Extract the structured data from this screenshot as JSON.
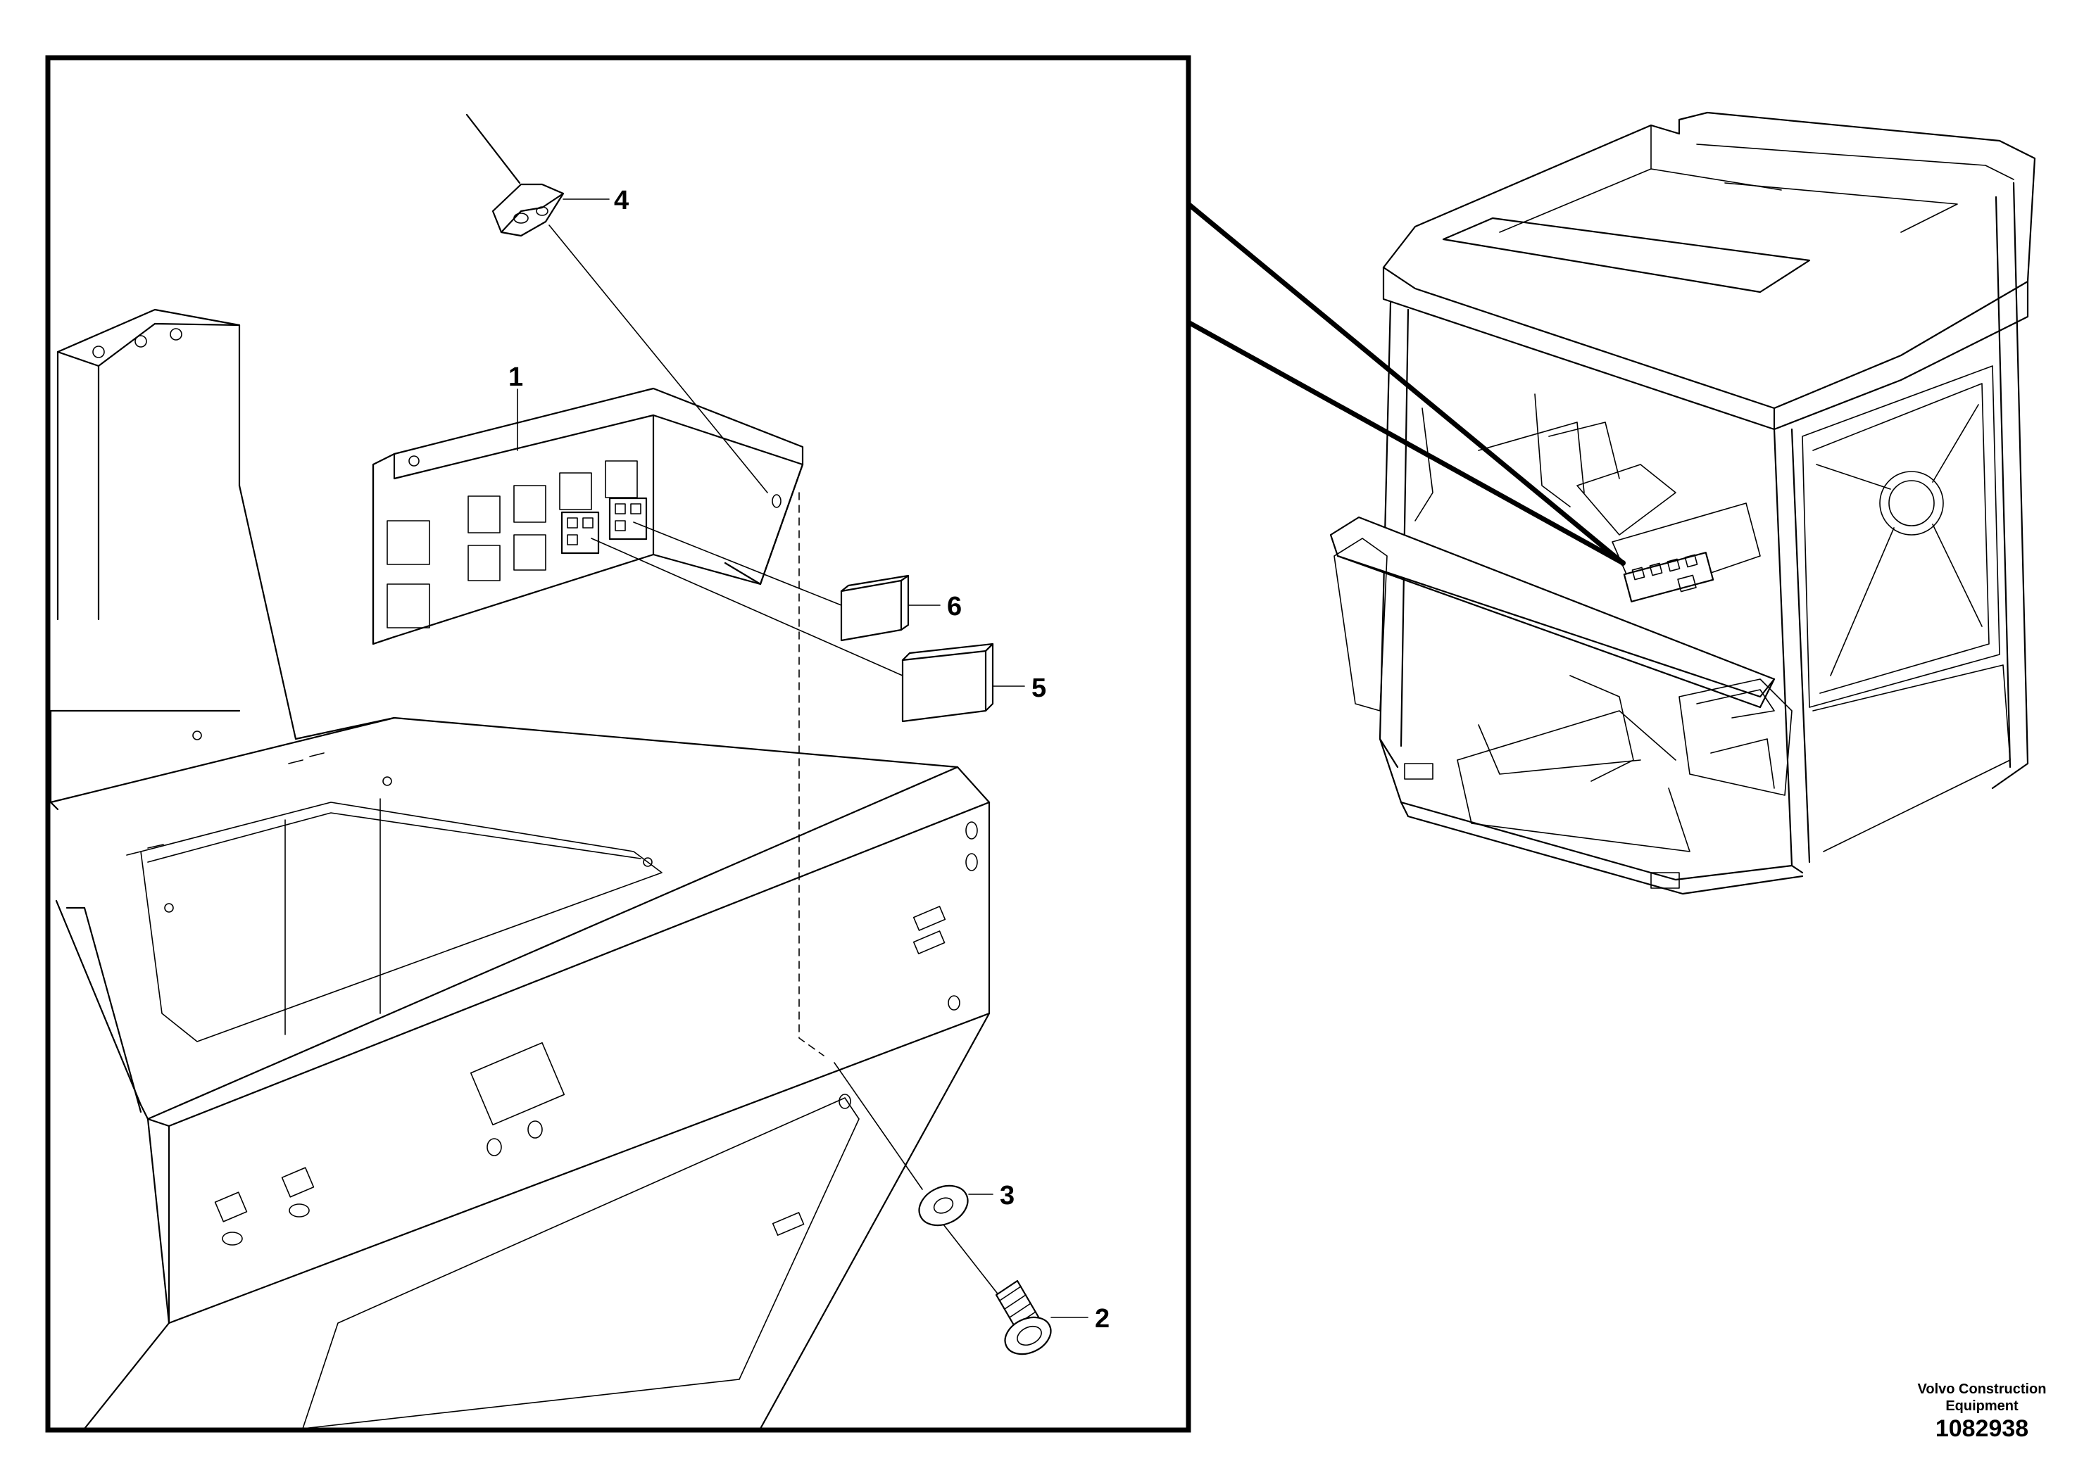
{
  "callouts": {
    "c1": "1",
    "c2": "2",
    "c3": "3",
    "c4": "4",
    "c5": "5",
    "c6": "6"
  },
  "credit": {
    "line1": "Volvo Construction",
    "line2": "Equipment"
  },
  "drawing_number": "1082938",
  "colors": {
    "line": "#000000",
    "background": "#ffffff"
  }
}
